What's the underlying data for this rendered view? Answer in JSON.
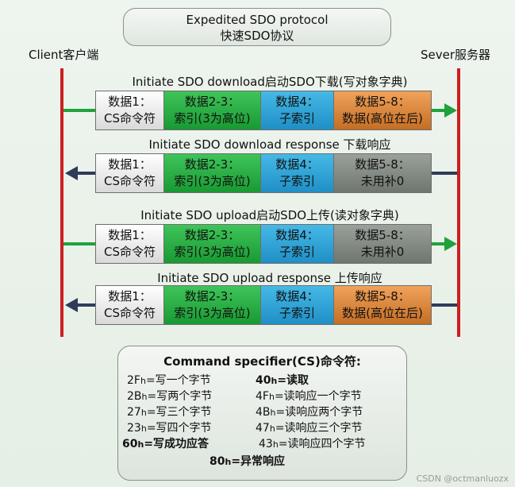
{
  "header": {
    "title_line1": "Expedited SDO protocol",
    "title_line2": "快速SDO协议"
  },
  "client_label": "Client客户端",
  "server_label": "Sever服务器",
  "colors": {
    "lifeline": "#cc1f1f",
    "arrow_request": "#1fa23a",
    "arrow_response": "#2f3b5a",
    "cell_cs": "#e8e8e8",
    "cell_index": "#22a83c",
    "cell_subindex": "#2aa0d4",
    "cell_data_orange": "#d9813a",
    "cell_data_gray": "#838a83"
  },
  "messages": [
    {
      "title": "Initiate SDO download启动SDO下载(写对象字典)",
      "direction": "client-to-server",
      "data_style": "orange",
      "cells": [
        {
          "line1": "数据1：",
          "line2": "CS命令符"
        },
        {
          "line1": "数据2-3：",
          "line2": "索引(3为高位)"
        },
        {
          "line1": "数据4：",
          "line2": "子索引"
        },
        {
          "line1": "数据5-8：",
          "line2": "数据(高位在后)"
        }
      ]
    },
    {
      "title": "Initiate SDO download response 下载响应",
      "direction": "server-to-client",
      "data_style": "gray",
      "cells": [
        {
          "line1": "数据1：",
          "line2": "CS命令符"
        },
        {
          "line1": "数据2-3：",
          "line2": "索引(3为高位)"
        },
        {
          "line1": "数据4：",
          "line2": "子索引"
        },
        {
          "line1": "数据5-8：",
          "line2": "未用补0"
        }
      ]
    },
    {
      "title": "Initiate SDO upload启动SDO上传(读对象字典)",
      "direction": "client-to-server",
      "data_style": "gray",
      "cells": [
        {
          "line1": "数据1：",
          "line2": "CS命令符"
        },
        {
          "line1": "数据2-3：",
          "line2": "索引(3为高位)"
        },
        {
          "line1": "数据4：",
          "line2": "子索引"
        },
        {
          "line1": "数据5-8：",
          "line2": "未用补0"
        }
      ]
    },
    {
      "title": "Initiate SDO upload response 上传响应",
      "direction": "server-to-client",
      "data_style": "orange",
      "cells": [
        {
          "line1": "数据1：",
          "line2": "CS命令符"
        },
        {
          "line1": "数据2-3：",
          "line2": "索引(3为高位)"
        },
        {
          "line1": "数据4：",
          "line2": "子索引"
        },
        {
          "line1": "数据5-8：",
          "line2": "数据(高位在后)"
        }
      ]
    }
  ],
  "cs_box": {
    "title": "Command specifier(CS)命令符:",
    "rows": [
      {
        "code": "2F",
        "suffix": "h",
        "text": "=写一个字节",
        "bold": false
      },
      {
        "code": "40",
        "suffix": "h",
        "text": "=读取",
        "bold": true
      },
      {
        "code": "2B",
        "suffix": "h",
        "text": "=写两个字节",
        "bold": false
      },
      {
        "code": "4F",
        "suffix": "h",
        "text": "=读响应一个字节",
        "bold": false
      },
      {
        "code": "27",
        "suffix": "h",
        "text": "=写三个字节",
        "bold": false
      },
      {
        "code": "4B",
        "suffix": "h",
        "text": "=读响应两个字节",
        "bold": false
      },
      {
        "code": "23",
        "suffix": "h",
        "text": "=写四个字节",
        "bold": false
      },
      {
        "code": "47",
        "suffix": "h",
        "text": "=读响应三个字节",
        "bold": false
      },
      {
        "code": "60",
        "suffix": "h",
        "text": "=写成功应答",
        "bold": true
      },
      {
        "code": "43",
        "suffix": "h",
        "text": "=读响应四个字节",
        "bold": false
      },
      {
        "code": "80",
        "suffix": "h",
        "text": "=异常响应",
        "bold": true
      }
    ]
  },
  "watermark": "CSDN @octmanluozx"
}
